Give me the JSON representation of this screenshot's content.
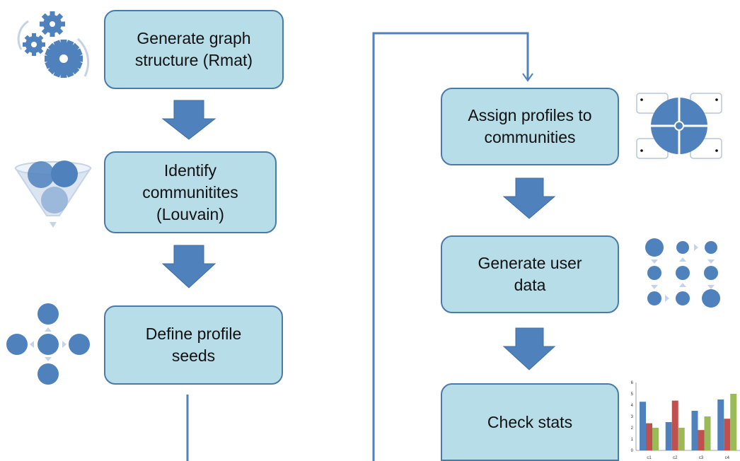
{
  "colors": {
    "box_fill": "#b7dde8",
    "box_border": "#4a7ba7",
    "arrow": "#4f81bd",
    "icon_blue": "#4f81bd",
    "icon_light": "#a6bddb",
    "bar_red": "#c0504d",
    "bar_green": "#9bbb59"
  },
  "steps": {
    "generate_graph": {
      "line1": "Generate graph",
      "line2": "structure (Rmat)"
    },
    "identify_communities": {
      "line1": "Identify",
      "line2": "communitites",
      "line3": "(Louvain)"
    },
    "define_seeds": {
      "line1": "Define profile",
      "line2": "seeds"
    },
    "assign_profiles": {
      "line1": "Assign profiles to",
      "line2": "communities"
    },
    "generate_user_data": {
      "line1": "Generate user",
      "line2": "data"
    },
    "check_stats": {
      "line1": "Check stats"
    }
  },
  "icons": [
    "gears-icon",
    "funnel-icon",
    "radial-cycle-icon",
    "quadrant-matrix-icon",
    "process-flow-icon",
    "bar-chart-icon"
  ],
  "stats_chart": {
    "type": "bar",
    "categories": [
      "c1",
      "c2",
      "c3",
      "c4"
    ],
    "y_ticks": [
      "0",
      "1",
      "2",
      "3",
      "4",
      "5",
      "6"
    ],
    "ylim": [
      0,
      6
    ],
    "series": [
      {
        "values": [
          4.3,
          2.5,
          3.5,
          4.5
        ],
        "color": "#4f81bd"
      },
      {
        "values": [
          2.4,
          4.4,
          1.8,
          2.8
        ],
        "color": "#c0504d"
      },
      {
        "values": [
          2.0,
          2.0,
          3.0,
          5.0
        ],
        "color": "#9bbb59"
      }
    ]
  }
}
